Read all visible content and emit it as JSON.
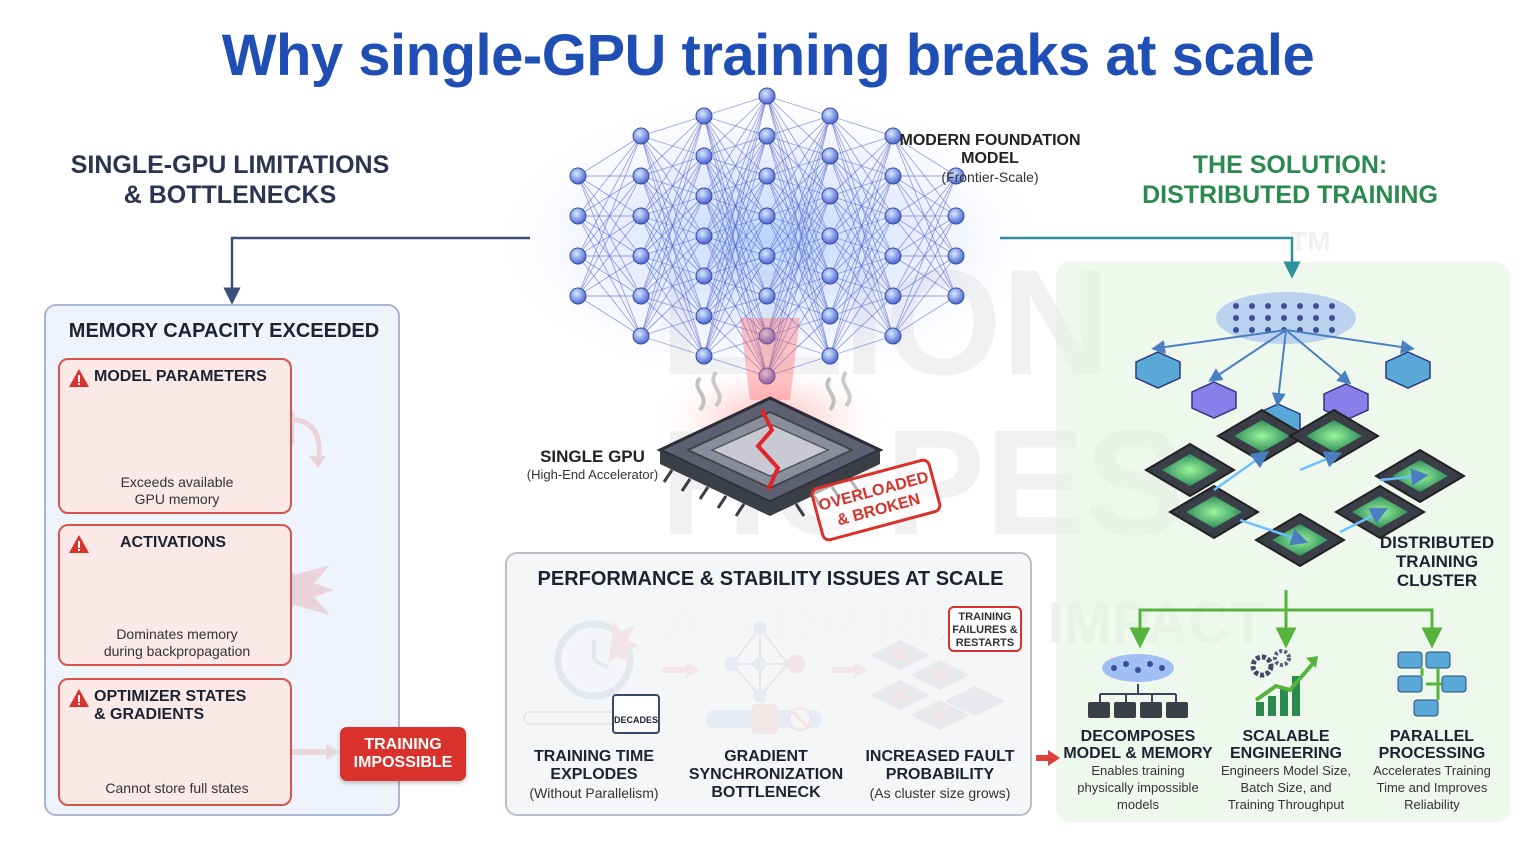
{
  "title": "Why single-GPU training breaks at scale",
  "left_header": {
    "line1": "SINGLE-GPU LIMITATIONS",
    "line2": "& BOTTLENECKS"
  },
  "right_header": {
    "line1": "THE SOLUTION:",
    "line2": "DISTRIBUTED TRAINING"
  },
  "model": {
    "label_line1": "MODERN FOUNDATION",
    "label_line2": "MODEL",
    "sub": "(Frontier-Scale)"
  },
  "gpu": {
    "label": "SINGLE GPU",
    "sub": "(High-End Accelerator)",
    "stamp_line1": "OVERLOADED",
    "stamp_line2": "& BROKEN"
  },
  "memory_panel": {
    "title": "MEMORY CAPACITY EXCEEDED",
    "cards": [
      {
        "title": "MODEL PARAMETERS",
        "desc_line1": "Exceeds available",
        "desc_line2": "GPU memory"
      },
      {
        "title": "ACTIVATIONS",
        "desc_line1": "Dominates memory",
        "desc_line2": "during backpropagation"
      },
      {
        "title_line1": "OPTIMIZER STATES",
        "title_line2": "& GRADIENTS",
        "desc_line1": "Cannot store full states"
      }
    ],
    "impossible_line1": "TRAINING",
    "impossible_line2": "IMPOSSIBLE"
  },
  "perf_panel": {
    "title": "PERFORMANCE & STABILITY ISSUES AT SCALE",
    "decades": "DECADES",
    "failures_line1": "TRAINING",
    "failures_line2": "FAILURES &",
    "failures_line3": "RESTARTS",
    "items": [
      {
        "line1": "TRAINING TIME",
        "line2": "EXPLODES",
        "sub": "(Without Parallelism)"
      },
      {
        "line1": "GRADIENT",
        "line2": "SYNCHRONIZATION",
        "line3": "BOTTLENECK"
      },
      {
        "line1": "INCREASED FAULT",
        "line2": "PROBABILITY",
        "sub": "(As cluster size grows)"
      }
    ]
  },
  "solution": {
    "cluster_line1": "DISTRIBUTED",
    "cluster_line2": "TRAINING",
    "cluster_line3": "CLUSTER",
    "benefits": [
      {
        "line1": "DECOMPOSES",
        "line2": "MODEL & MEMORY",
        "s1": "Enables training",
        "s2": "physically impossible",
        "s3": "models"
      },
      {
        "line1": "SCALABLE",
        "line2": "ENGINEERING",
        "s1": "Engineers Model Size,",
        "s2": "Batch Size, and",
        "s3": "Training Throughput"
      },
      {
        "line1": "PARALLEL",
        "line2": "PROCESSING",
        "s1": "Accelerates Training",
        "s2": "Time and Improves",
        "s3": "Reliability"
      }
    ]
  },
  "watermark": {
    "line1": "LLION",
    "line2": "HOPES",
    "tagline": "AI FOR REAL IMPACT",
    "tm": "TM"
  },
  "colors": {
    "title": "#1f4fb4",
    "green": "#2b8a4e",
    "red": "#d9312b",
    "navy": "#2a3550"
  }
}
